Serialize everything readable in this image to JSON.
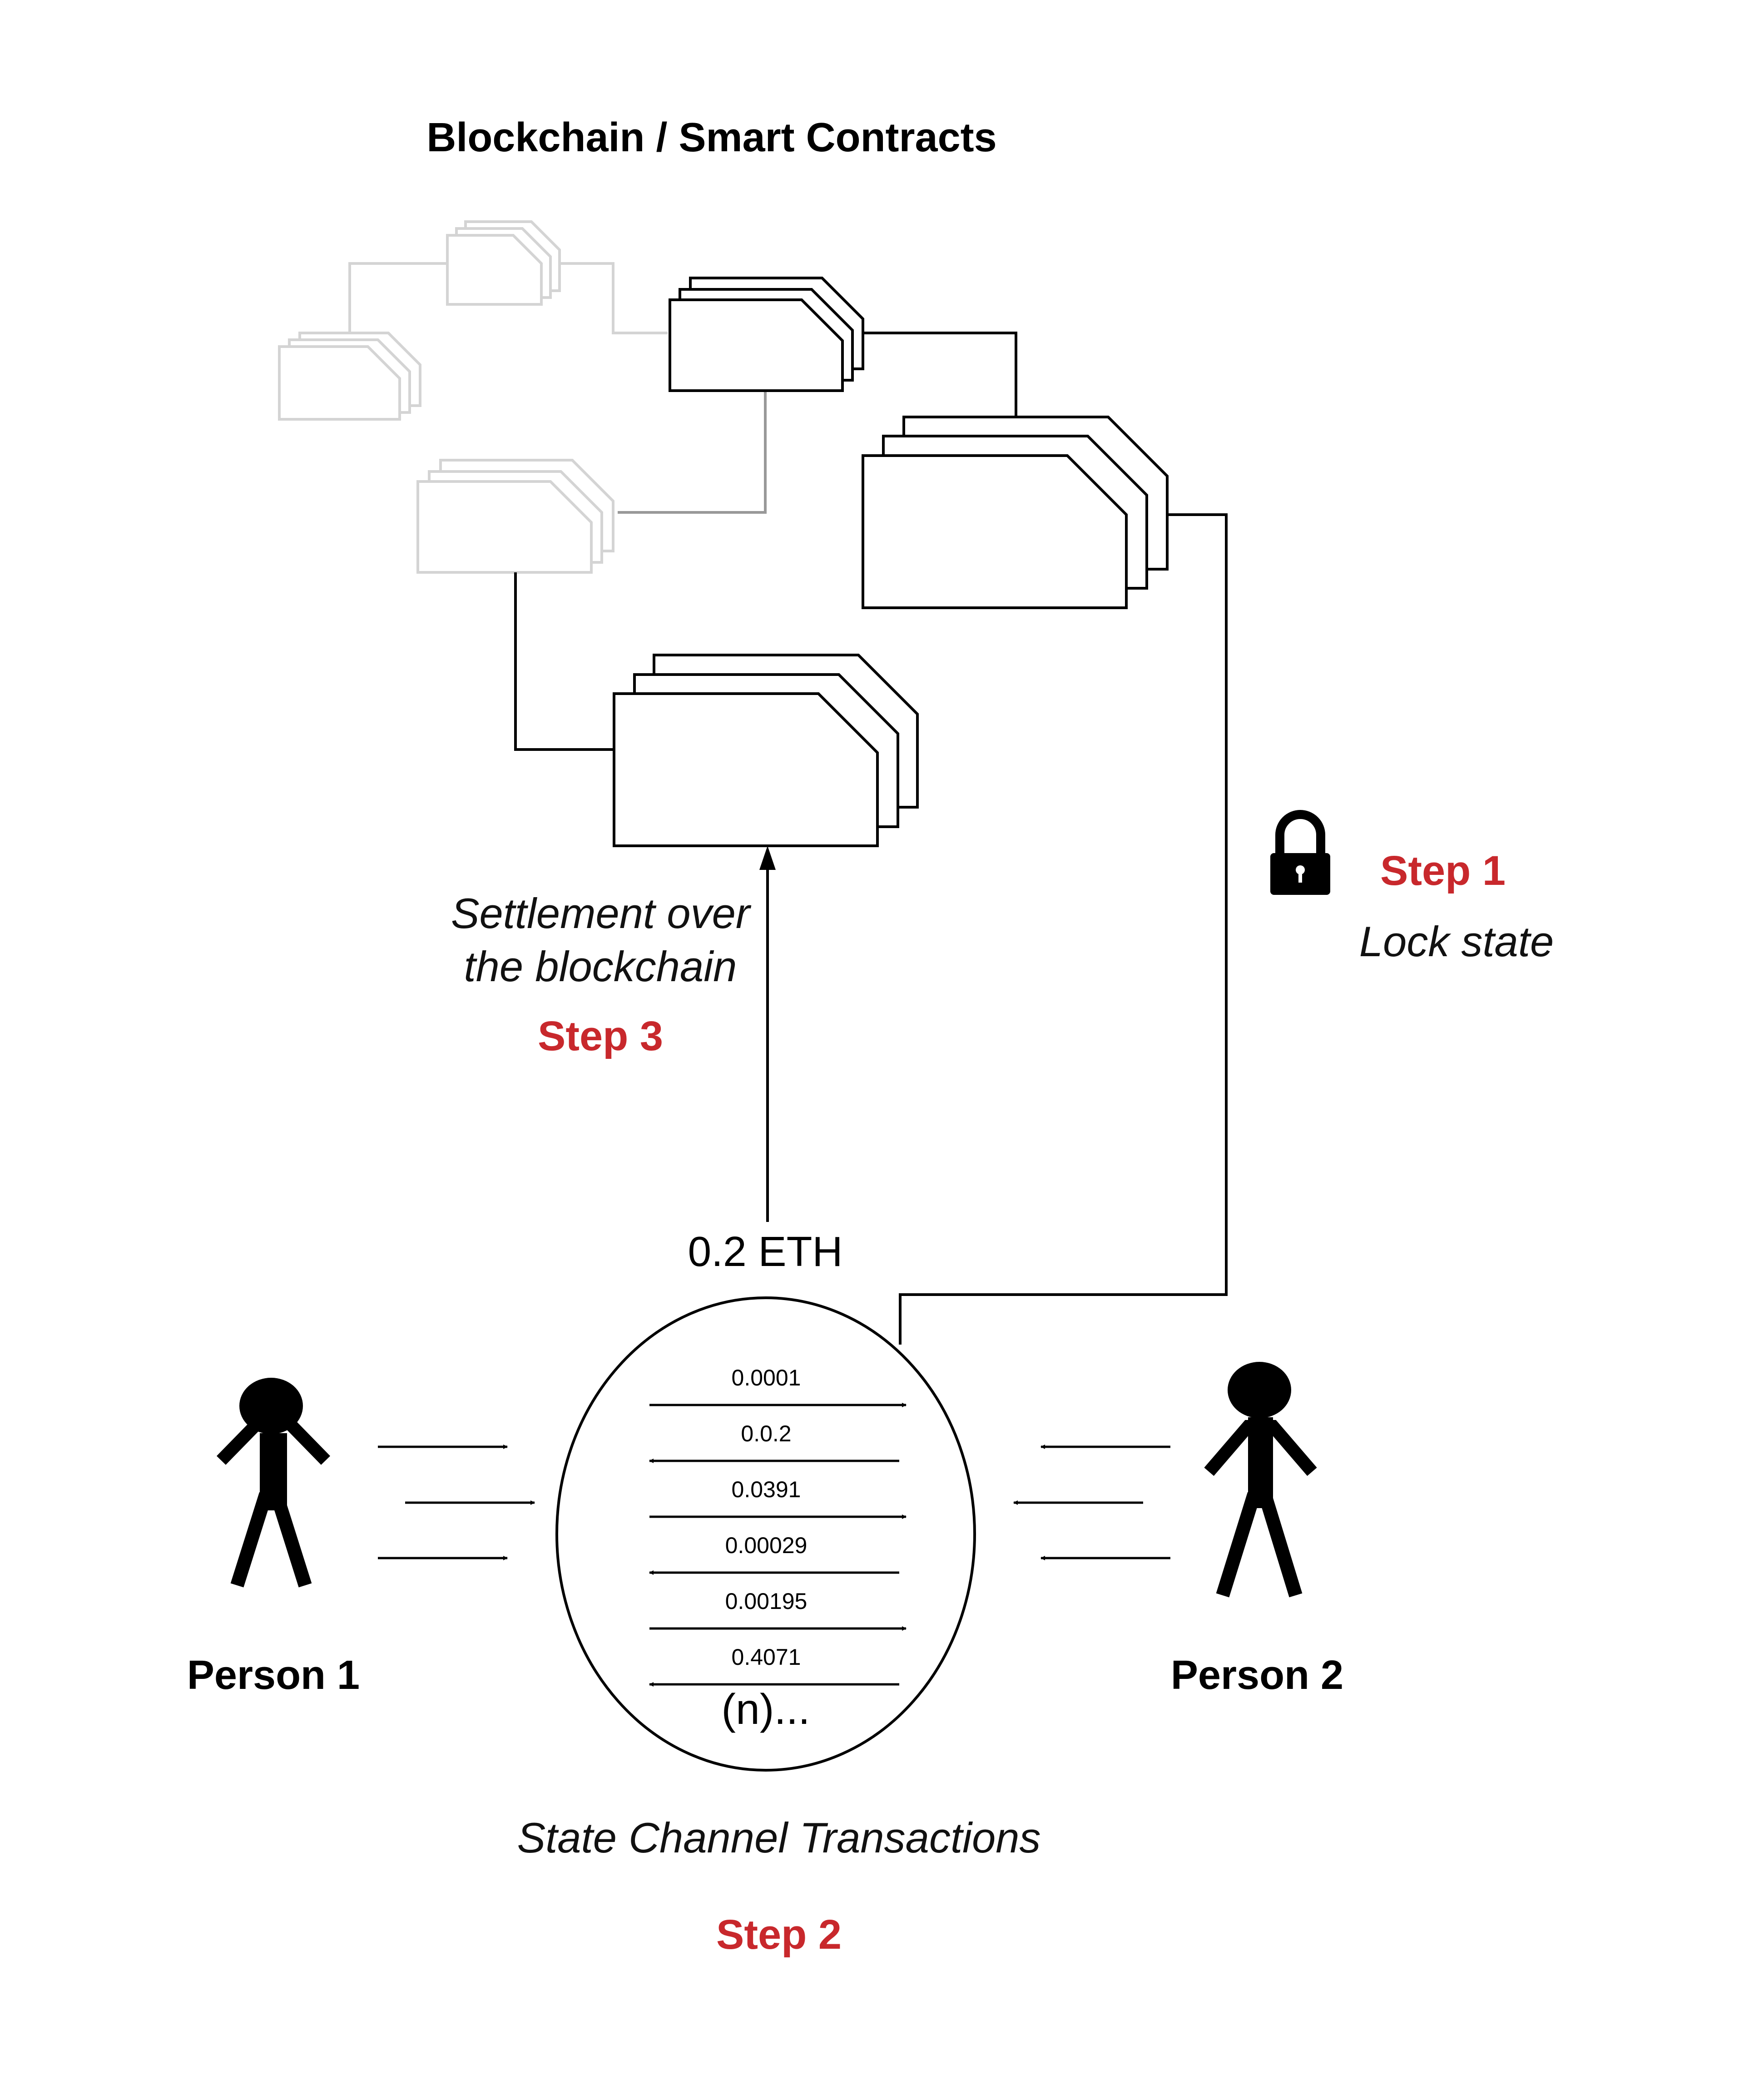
{
  "title": "Blockchain / Smart Contracts",
  "steps": {
    "step1": {
      "label": "Step 1",
      "caption": "Lock state"
    },
    "step2": {
      "label": "Step 2",
      "caption": "State Channel Transactions"
    },
    "step3": {
      "label": "Step 3",
      "caption_line1": "Settlement over",
      "caption_line2": "the blockchain"
    }
  },
  "settlement_amount": "0.2 ETH",
  "channel_transactions": [
    {
      "amount": "0.0001",
      "direction": "right"
    },
    {
      "amount": "0.0.2",
      "direction": "left"
    },
    {
      "amount": "0.0391",
      "direction": "right"
    },
    {
      "amount": "0.00029",
      "direction": "left"
    },
    {
      "amount": "0.00195",
      "direction": "right"
    },
    {
      "amount": "0.4071",
      "direction": "left"
    }
  ],
  "more_transactions": "(n)...",
  "participants": {
    "person1": "Person 1",
    "person2": "Person 2"
  },
  "colors": {
    "step_red": "#c8282c",
    "faded_block": "#d4d4d4",
    "ink": "#000000"
  },
  "icons": {
    "lock": "padlock-icon"
  }
}
